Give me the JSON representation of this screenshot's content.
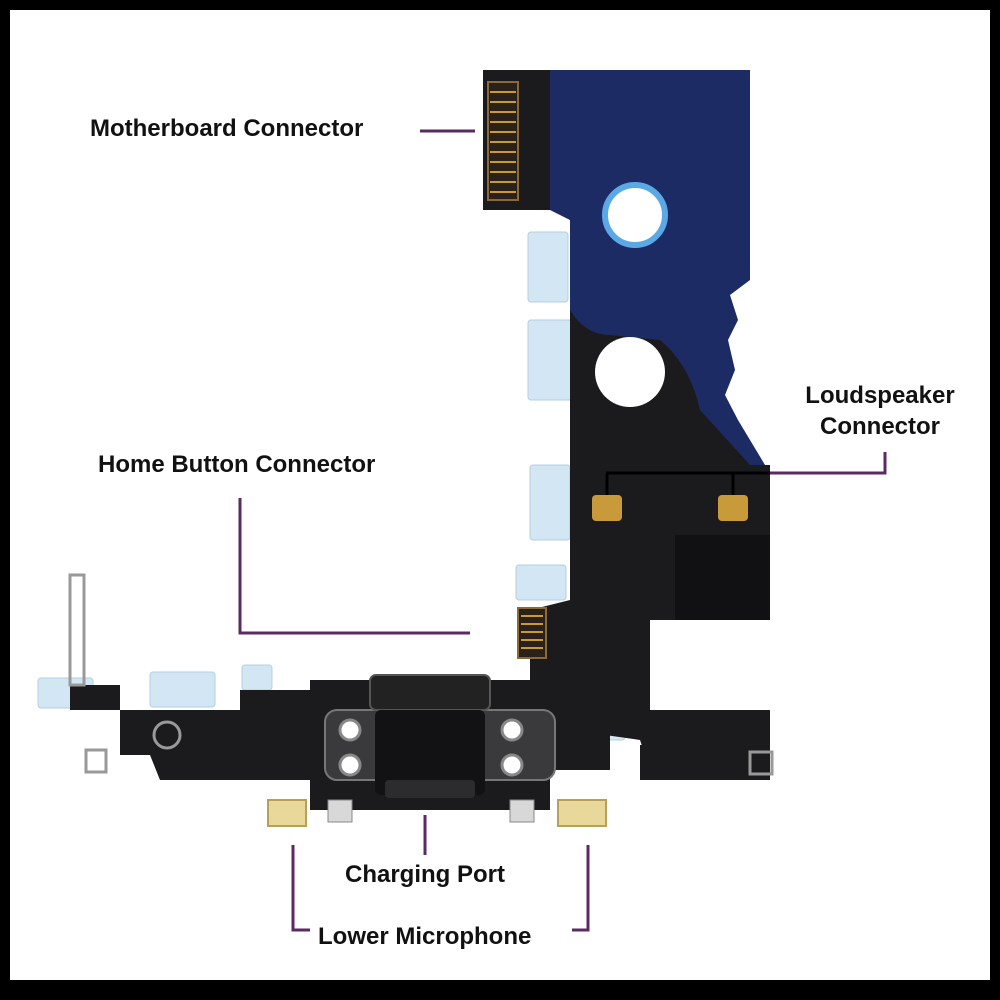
{
  "labels": {
    "motherboard_connector": "Motherboard Connector",
    "home_button_connector": "Home Button Connector",
    "loudspeaker_line1": "Loudspeaker",
    "loudspeaker_line2": "Connector",
    "charging_port": "Charging Port",
    "lower_microphone": "Lower Microphone"
  },
  "colors": {
    "leader_line": "#5b2a63",
    "flex_black": "#1b1b1d",
    "flex_blue": "#1c2b63",
    "contact_gold": "#c89a3a",
    "adhesive_tab": "#d3e6f3",
    "frame": "#000000"
  }
}
